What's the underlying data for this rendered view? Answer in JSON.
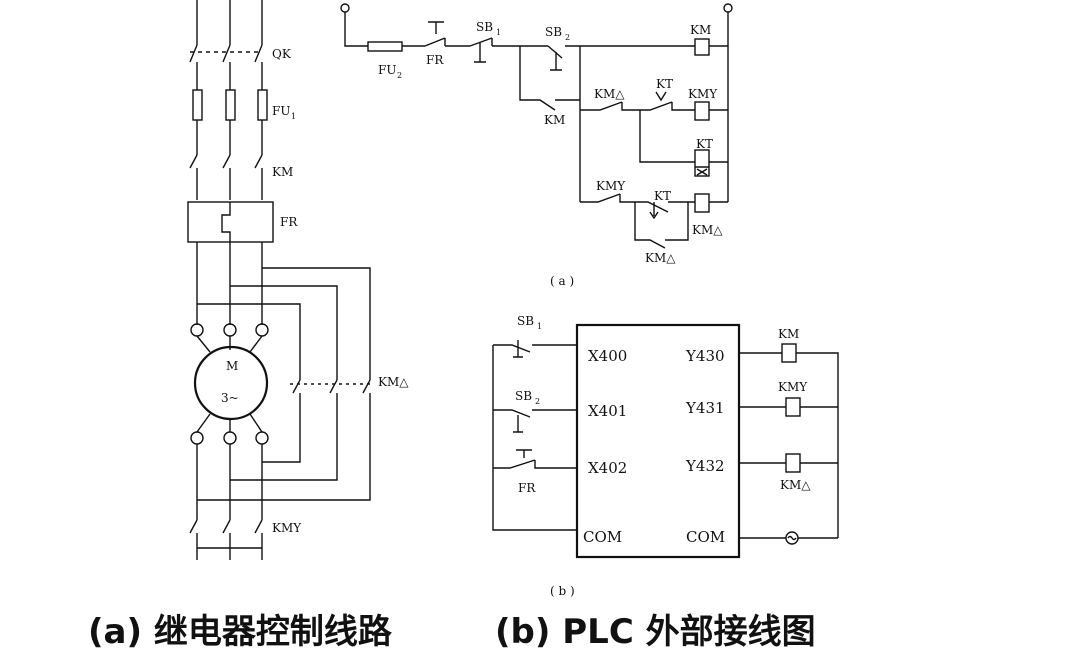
{
  "main_circuit": {
    "qk": "QK",
    "fu1": "FU",
    "fu1_sub": "1",
    "km": "KM",
    "fr": "FR",
    "motor_m": "M",
    "motor_phase": "3~",
    "km_delta": "KM△",
    "kmy": "KMY"
  },
  "control_circuit": {
    "fu2": "FU",
    "fu2_sub": "2",
    "fr": "FR",
    "sb1": "SB",
    "sb1_sub": "1",
    "sb2": "SB",
    "sb2_sub": "2",
    "km_coil": "KM",
    "km_contact": "KM",
    "km_delta_contact": "KM△",
    "kt_contact": "KT",
    "kmy_coil": "KMY",
    "kt_coil": "KT",
    "kmy_contact": "KMY",
    "kt_contact2": "KT",
    "km_delta_coil": "KM△",
    "km_delta_contact2": "KM△",
    "caption": "( a )"
  },
  "plc_wiring": {
    "sb1": "SB",
    "sb1_sub": "1",
    "sb2": "SB",
    "sb2_sub": "2",
    "fr": "FR",
    "inputs": [
      "X400",
      "X401",
      "X402"
    ],
    "input_com": "COM",
    "outputs": [
      "Y430",
      "Y431",
      "Y432"
    ],
    "output_com": "COM",
    "coils": [
      "KM",
      "KMY",
      "KM△"
    ],
    "caption": "( b )"
  },
  "captions": {
    "a": "(a) 继电器控制线路",
    "b": "(b) PLC 外部接线图"
  }
}
